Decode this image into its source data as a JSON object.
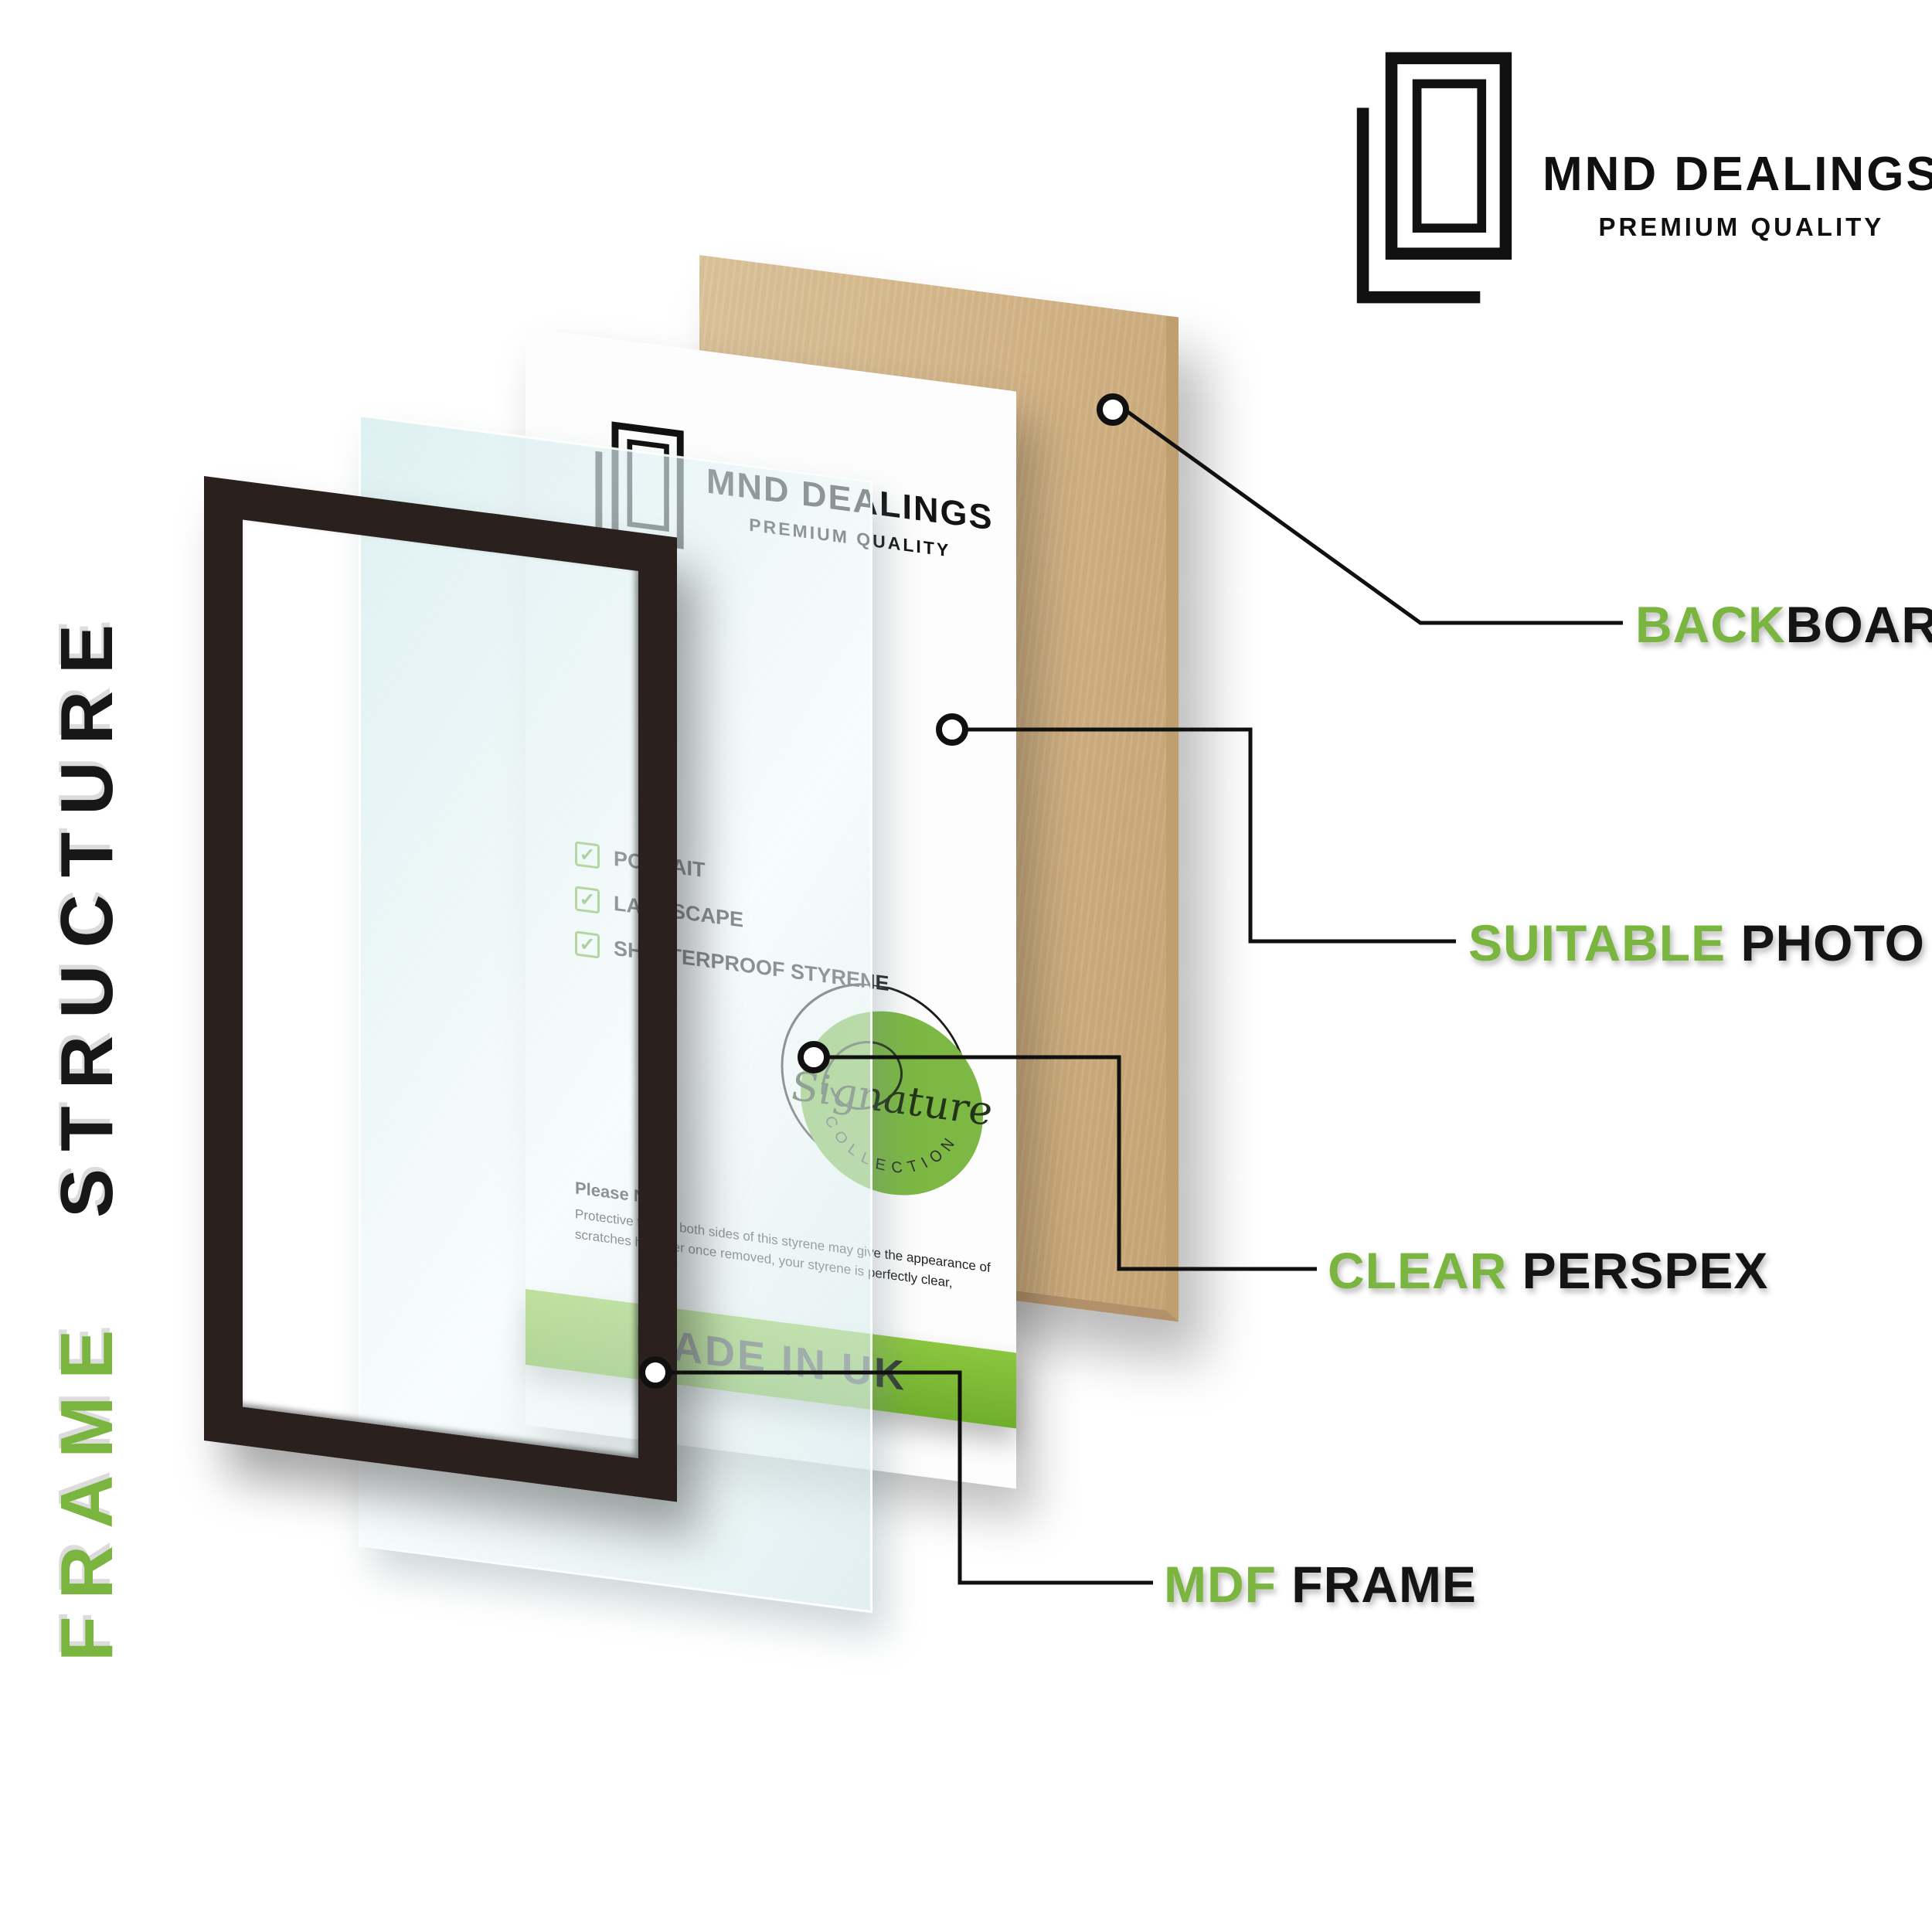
{
  "title": {
    "frame": "FRAME",
    "structure": "STRUCTURE"
  },
  "brand": {
    "name": "MND DEALINGS",
    "tagline": "PREMIUM QUALITY"
  },
  "sheet": {
    "brand": {
      "name": "MND DEALINGS",
      "tagline": "PREMIUM QUALITY"
    },
    "checklist": [
      "POTRAIT",
      "LANDSCAPE",
      "SHATTERPROOF STYRENE"
    ],
    "badge": {
      "script": "Signature",
      "arc": "COLLECTION"
    },
    "note": {
      "title": "Please Note:",
      "body": "Protective film on both sides of this styrene may give the appearance of scratches however once removed, your styrene is perfectly clear,"
    },
    "banner": "MADE IN UK"
  },
  "callouts": [
    {
      "green": "BACK",
      "black": "BOARD"
    },
    {
      "green": "SUITABLE",
      "black": " PHOTO"
    },
    {
      "green": "CLEAR",
      "black": " PERSPEX"
    },
    {
      "green": "MDF",
      "black": " FRAME"
    }
  ],
  "icons": {
    "check": "✓"
  },
  "colors": {
    "accent_green": "#7ab540",
    "banner_green": "#7cb843",
    "board_tan": "#d3b386",
    "frame_dark": "#2a211e",
    "line_black": "#101010"
  }
}
